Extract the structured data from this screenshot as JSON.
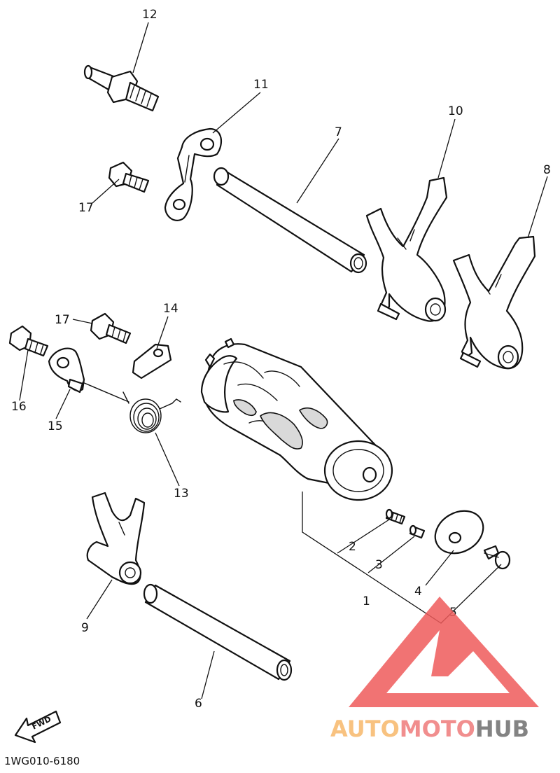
{
  "diagram": {
    "callouts": [
      "1",
      "2",
      "3",
      "4",
      "5",
      "6",
      "7",
      "8",
      "9",
      "10",
      "11",
      "12",
      "13",
      "14",
      "15",
      "16",
      "17",
      "17"
    ],
    "fwd_label": "FWD",
    "drawing_code": "1WG010-6180"
  },
  "watermark": {
    "part1": "AUTO",
    "part2": "MOTO",
    "part3": "HUB",
    "colors": {
      "auto": "#f7b86a",
      "moto": "#ef7b7b",
      "hub": "#6e6e6e",
      "triangle": "#ef5a5a"
    }
  }
}
